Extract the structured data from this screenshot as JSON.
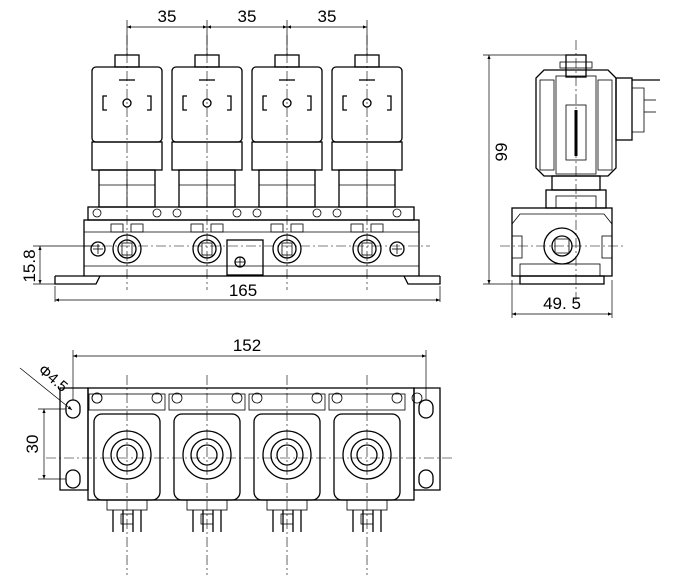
{
  "dimensions": {
    "pitch_1": "35",
    "pitch_2": "35",
    "pitch_3": "35",
    "base_height": "15.8",
    "total_length": "165",
    "side_height": "99",
    "side_width": "49. 5",
    "mount_spacing": "152",
    "hole_diameter": "Φ4.5",
    "mount_height": "30"
  },
  "colors": {
    "line": "#000000",
    "background": "#ffffff"
  }
}
